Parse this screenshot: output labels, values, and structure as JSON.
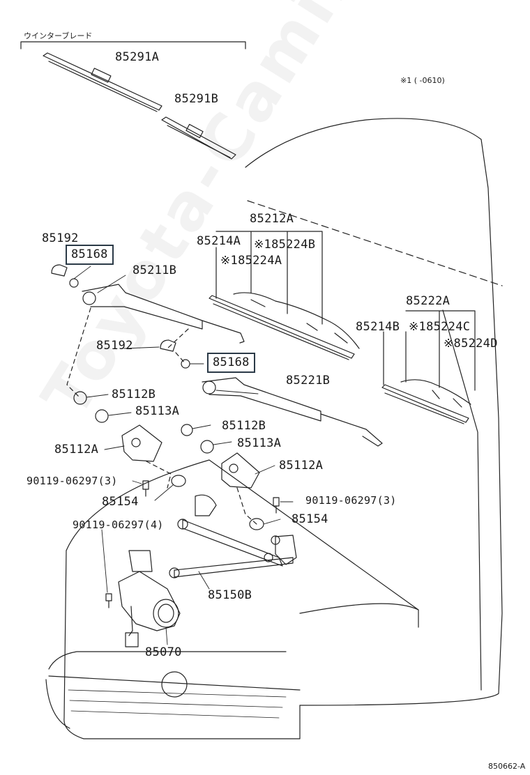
{
  "diagram": {
    "header_label": "ウインターブレード",
    "note_range": "※1 (      -0610)",
    "figure_code": "850662-A",
    "watermark": "Toyota-Camine.ru",
    "parts": {
      "p85291A": "85291A",
      "p85291B": "85291B",
      "p85212A": "85212A",
      "p85214A": "85214A",
      "p85224B": "※185224B",
      "p85224A": "※185224A",
      "p85192_top": "85192",
      "p85168_top": "85168",
      "p85211B": "85211B",
      "p85192_mid": "85192",
      "p85168_mid": "85168",
      "p85222A": "85222A",
      "p85214B": "85214B",
      "p85224C": "※185224C",
      "p85224D": "※85224D",
      "p85221B": "85221B",
      "p85112B_left": "85112B",
      "p85113A_left": "85113A",
      "p85112B_right": "85112B",
      "p85113A_right": "85113A",
      "p85112A_left": "85112A",
      "p85112A_right": "85112A",
      "p90119_3_left": "90119-06297(3)",
      "p90119_3_right": "90119-06297(3)",
      "p85154_left": "85154",
      "p85154_right": "85154",
      "p90119_4": "90119-06297(4)",
      "p85150B": "85150B",
      "p85070": "85070"
    }
  }
}
